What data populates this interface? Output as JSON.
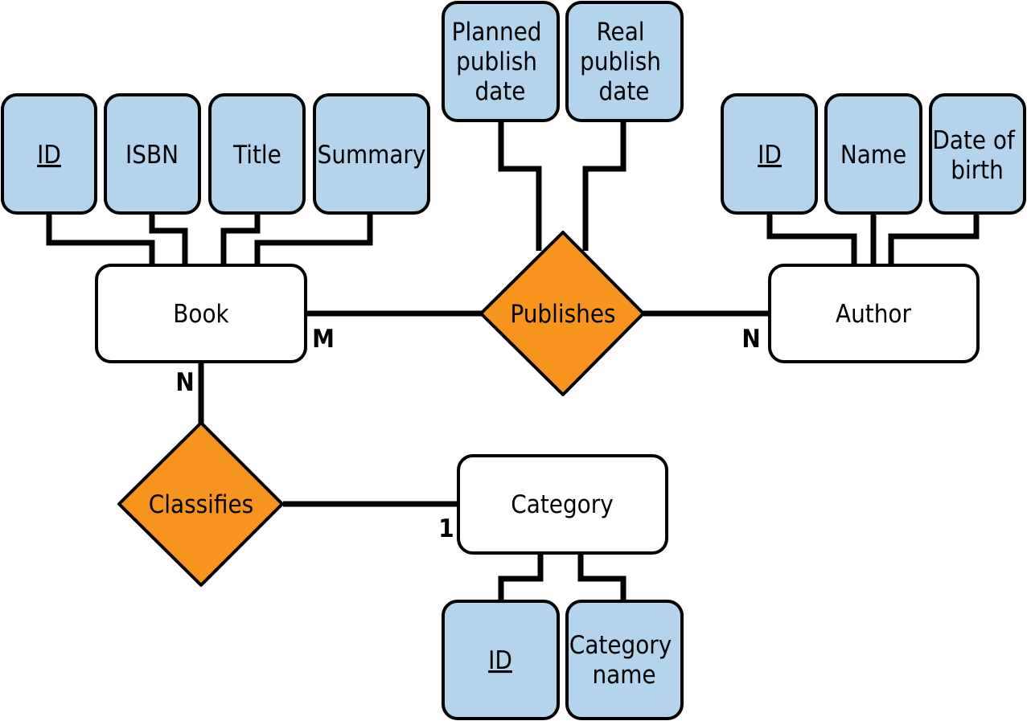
{
  "entities": {
    "book": "Book",
    "author": "Author",
    "category": "Category"
  },
  "relationships": {
    "publishes": "Publishes",
    "classifies": "Classifies"
  },
  "attributes": {
    "book_id": "ID",
    "book_isbn": "ISBN",
    "book_title": "Title",
    "book_summary": "Summary",
    "planned_publish_date": [
      "Planned",
      "publish",
      "date"
    ],
    "real_publish_date": [
      "Real",
      "publish",
      "date"
    ],
    "author_id": "ID",
    "author_name": "Name",
    "author_date_of_birth": [
      "Date of",
      "birth"
    ],
    "category_id": "ID",
    "category_name": [
      "Category",
      "name"
    ]
  },
  "cardinalities": {
    "book_publishes": "M",
    "author_publishes": "N",
    "book_classifies": "N",
    "category_classifies": "1"
  },
  "colors": {
    "attribute_fill": "#b3d4ea",
    "relationship_fill": "#f7941d",
    "entity_fill": "#ffffff",
    "stroke": "#000000"
  }
}
